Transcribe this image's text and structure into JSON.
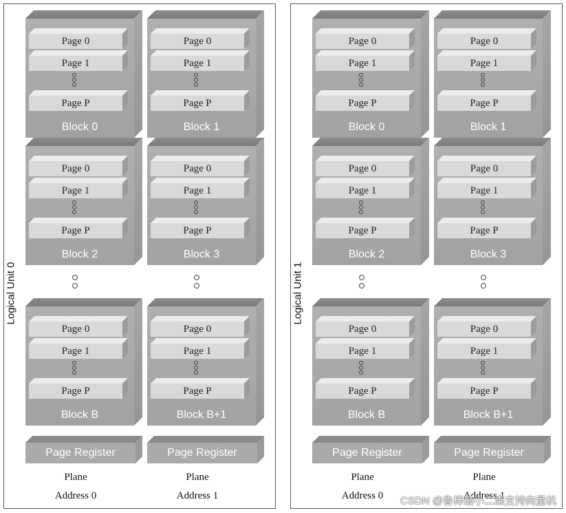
{
  "units": [
    {
      "label": "Logical Unit 0",
      "planes": [
        {
          "blocks": [
            {
              "label": "Block 0",
              "pages": [
                "Page 0",
                "Page 1",
                "Page P"
              ]
            },
            {
              "label": "Block 2",
              "pages": [
                "Page 0",
                "Page 1",
                "Page P"
              ]
            },
            {
              "label": "Block B",
              "pages": [
                "Page 0",
                "Page 1",
                "Page P"
              ]
            }
          ],
          "register": "Page Register",
          "plane_line1": "Plane",
          "plane_line2": "Address 0"
        },
        {
          "blocks": [
            {
              "label": "Block 1",
              "pages": [
                "Page 0",
                "Page 1",
                "Page P"
              ]
            },
            {
              "label": "Block 3",
              "pages": [
                "Page 0",
                "Page 1",
                "Page P"
              ]
            },
            {
              "label": "Block B+1",
              "pages": [
                "Page 0",
                "Page 1",
                "Page P"
              ]
            }
          ],
          "register": "Page Register",
          "plane_line1": "Plane",
          "plane_line2": "Address 1"
        }
      ]
    },
    {
      "label": "Logical Unit 1",
      "planes": [
        {
          "blocks": [
            {
              "label": "Block 0",
              "pages": [
                "Page 0",
                "Page 1",
                "Page P"
              ]
            },
            {
              "label": "Block 2",
              "pages": [
                "Page 0",
                "Page 1",
                "Page P"
              ]
            },
            {
              "label": "Block B",
              "pages": [
                "Page 0",
                "Page 1",
                "Page P"
              ]
            }
          ],
          "register": "Page Register",
          "plane_line1": "Plane",
          "plane_line2": "Address 0"
        },
        {
          "blocks": [
            {
              "label": "Block 1",
              "pages": [
                "Page 0",
                "Page 1",
                "Page P"
              ]
            },
            {
              "label": "Block 3",
              "pages": [
                "Page 0",
                "Page 1",
                "Page P"
              ]
            },
            {
              "label": "Block B+1",
              "pages": [
                "Page 0",
                "Page 1",
                "Page P"
              ]
            }
          ],
          "register": "Page Register",
          "plane_line1": "Plane",
          "plane_line2": "Address 1"
        }
      ]
    }
  ],
  "watermark": "CSDN @鲁棒最小二乘支持向量机"
}
